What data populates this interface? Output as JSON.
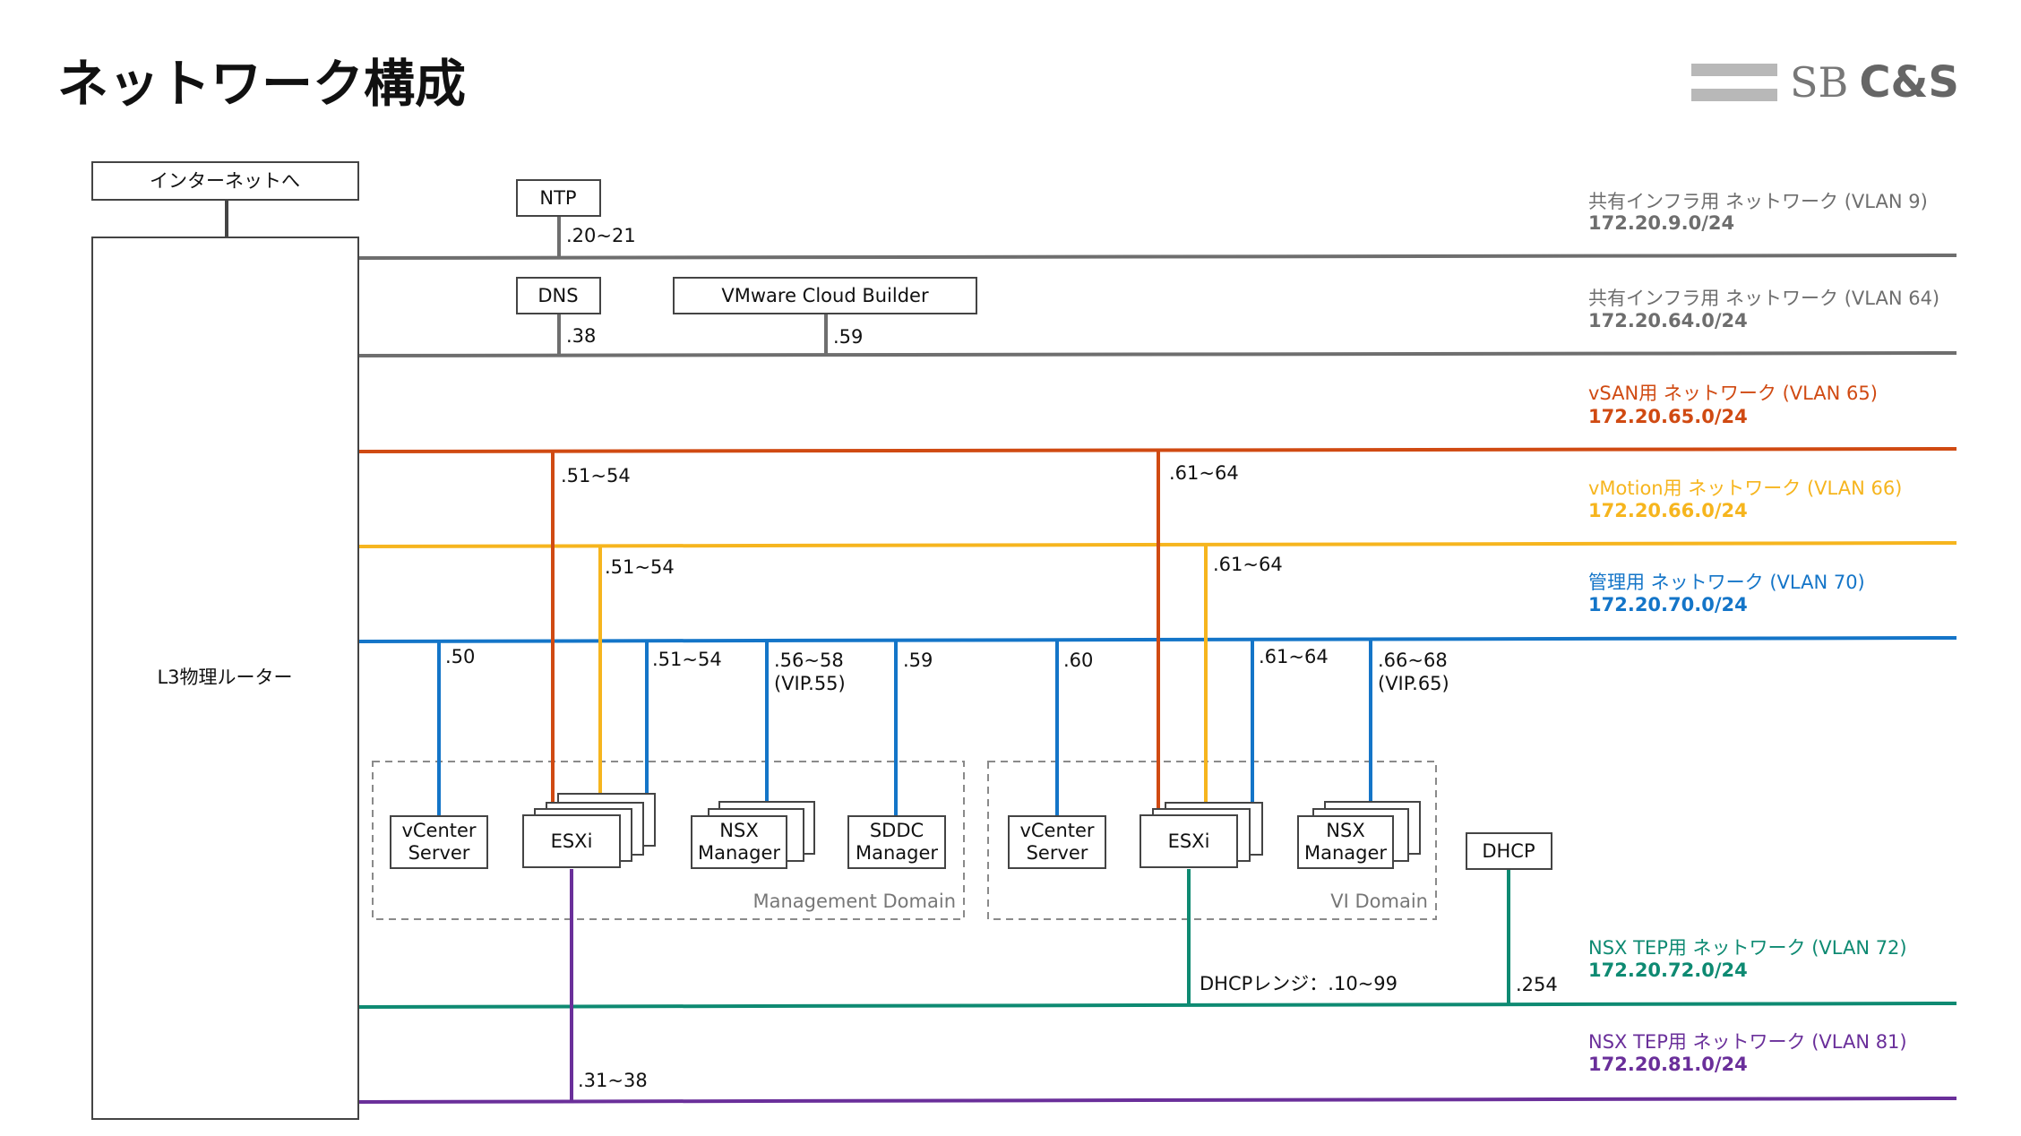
{
  "title": "ネットワーク構成",
  "logo": {
    "left": "SB",
    "right": "C&S"
  },
  "boxes": {
    "internet": "インターネットへ",
    "router": "L3物理ルーター",
    "ntp": "NTP",
    "dns": "DNS",
    "cloud_builder": "VMware Cloud Builder",
    "dhcp": "DHCP"
  },
  "management_domain": {
    "label": "Management Domain",
    "vcenter": [
      "vCenter",
      "Server"
    ],
    "esxi": "ESXi",
    "nsx": [
      "NSX",
      "Manager"
    ],
    "sddc": [
      "SDDC",
      "Manager"
    ]
  },
  "vi_domain": {
    "label": "VI Domain",
    "vcenter": [
      "vCenter",
      "Server"
    ],
    "esxi": "ESXi",
    "nsx": [
      "NSX",
      "Manager"
    ]
  },
  "ip_labels": {
    "ntp": ".20~21",
    "dns": ".38",
    "cloud_builder": ".59",
    "vsan_mgmt": ".51~54",
    "vsan_vi": ".61~64",
    "vmotion_mgmt": ".51~54",
    "vmotion_vi": ".61~64",
    "mgmt_vcenter": ".50",
    "mgmt_esxi": ".51~54",
    "mgmt_nsx": ".56~58",
    "mgmt_nsx_vip": "(VIP.55)",
    "mgmt_sddc": ".59",
    "vi_vcenter": ".60",
    "vi_esxi": ".61~64",
    "vi_nsx": ".66~68",
    "vi_nsx_vip": "(VIP.65)",
    "tep72_range": "DHCPレンジ：.10~99",
    "tep72_dhcp": ".254",
    "tep81": ".31~38"
  },
  "networks": [
    {
      "name": "共有インフラ用 ネットワーク (VLAN 9)",
      "cidr": "172.20.9.0/24",
      "color": "#6e6e6e"
    },
    {
      "name": "共有インフラ用 ネットワーク (VLAN 64)",
      "cidr": "172.20.64.0/24",
      "color": "#6e6e6e"
    },
    {
      "name": "vSAN用 ネットワーク (VLAN 65)",
      "cidr": "172.20.65.0/24",
      "color": "#d04a12"
    },
    {
      "name": "vMotion用 ネットワーク (VLAN 66)",
      "cidr": "172.20.66.0/24",
      "color": "#f6b51e"
    },
    {
      "name": "管理用 ネットワーク (VLAN 70)",
      "cidr": "172.20.70.0/24",
      "color": "#1475c8"
    },
    {
      "name": "NSX TEP用 ネットワーク (VLAN 72)",
      "cidr": "172.20.72.0/24",
      "color": "#0e8a72"
    },
    {
      "name": "NSX TEP用 ネットワーク (VLAN 81)",
      "cidr": "172.20.81.0/24",
      "color": "#6a2f9a"
    }
  ]
}
